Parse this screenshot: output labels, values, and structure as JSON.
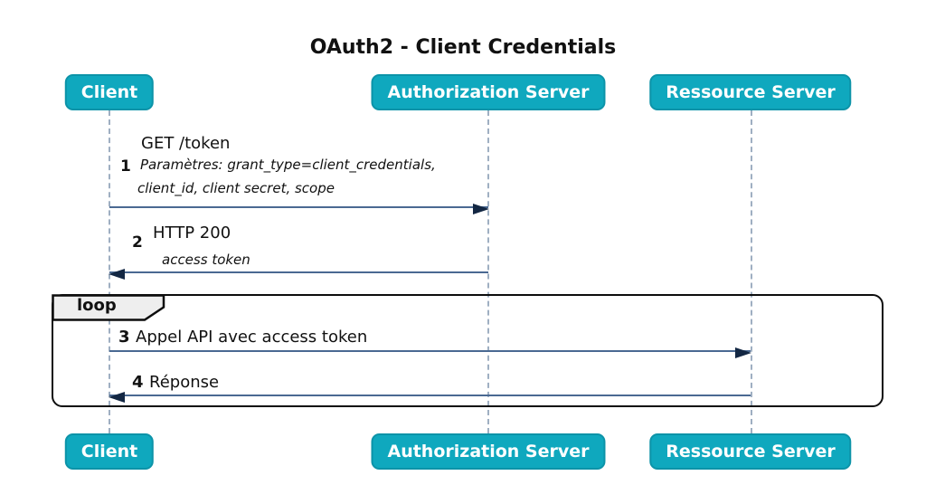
{
  "title": "OAuth2 - Client Credentials",
  "loop": {
    "label": "loop"
  },
  "participants": [
    {
      "id": "client",
      "label": "Client"
    },
    {
      "id": "auth",
      "label": "Authorization Server"
    },
    {
      "id": "resource",
      "label": "Ressource Server"
    }
  ],
  "messages": [
    {
      "num": "1",
      "label": "GET /token",
      "detail_line1": "Paramètres: grant_type=client_credentials,",
      "detail_line2": "client_id, client secret, scope",
      "from": "client",
      "to": "auth"
    },
    {
      "num": "2",
      "label": "HTTP 200",
      "detail_line1": "access token",
      "from": "auth",
      "to": "client"
    },
    {
      "num": "3",
      "label": "Appel API avec access token",
      "from": "client",
      "to": "resource"
    },
    {
      "num": "4",
      "label": "Réponse",
      "from": "resource",
      "to": "client"
    }
  ],
  "colors": {
    "participant_fill": "#0fa8be",
    "participant_border": "#0c93a8",
    "participant_text": "#ffffff",
    "arrow_line": "#4a6992",
    "arrow_head": "#132743",
    "lifeline": "#9fafc2",
    "loop_border": "#0d0d0d",
    "loop_tab_fill": "#eeeeee",
    "text": "#111111"
  }
}
